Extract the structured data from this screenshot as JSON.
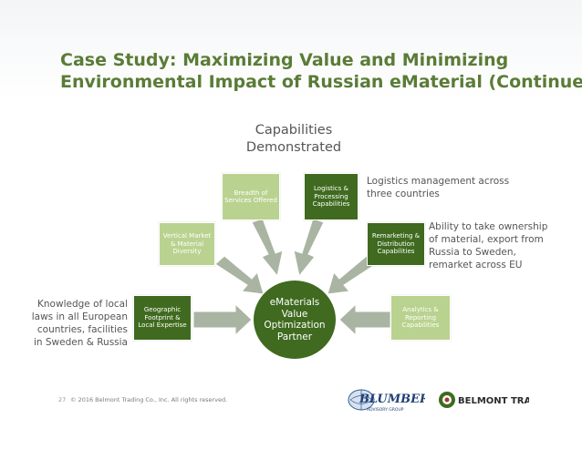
{
  "title": {
    "line1": "Case Study: Maximizing Value and Minimizing",
    "line2": "Environmental Impact of Russian eMaterial (Continued)"
  },
  "subtitle": {
    "line1": "Capabilities",
    "line2": "Demonstrated"
  },
  "center": {
    "line1": "eMaterials",
    "line2": "Value",
    "line3": "Optimization",
    "line4": "Partner"
  },
  "boxes": {
    "geographic": "Geographic Footprint & Local Expertise",
    "vertical": "Vertical Market & Material Diversity",
    "breadth": "Breadth of Services Offered",
    "logistics": "Logistics & Processing Capabilities",
    "remarketing": "Remarketing & Distribution Capabilities",
    "analytics": "Analytics & Reporting Capabilities"
  },
  "notes": {
    "left": [
      "Knowledge of local",
      "laws in all European",
      "countries, facilities",
      "in Sweden & Russia"
    ],
    "logistics": [
      "Logistics management across",
      "three countries"
    ],
    "remarketing": [
      "Ability to take ownership",
      "of material, export from",
      "Russia to Sweden,",
      "remarket across EU"
    ]
  },
  "footer": {
    "page_number": "27",
    "copyright": "© 2016 Belmont Trading Co., Inc. All rights reserved."
  },
  "logos": {
    "blumberg": "BLUMBERG",
    "blumberg_sub": "ADVISORY GROUP",
    "belmont": "BELMONT TRADING"
  },
  "colors": {
    "title_green": "#5a7c36",
    "dark_green": "#3f6a1f",
    "light_green": "#b9d28f",
    "arrow_gray": "#a9b5a2"
  }
}
